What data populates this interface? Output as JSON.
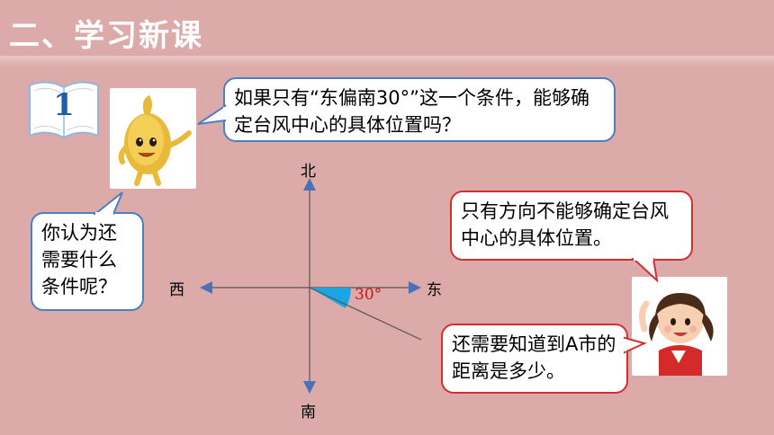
{
  "header": {
    "title": "二、学习新课"
  },
  "lesson": {
    "number": "1"
  },
  "bubbles": {
    "potato": "如果只有“东偏南30°”这一个条件，能够确定台风中心的具体位置吗？",
    "left": "你认为还需要什么条件呢？",
    "girl_top": "只有方向不能够确定台风中心的具体位置。",
    "girl_bottom": "还需要知道到A市的距离是多少。"
  },
  "compass": {
    "north": "北",
    "south": "南",
    "east": "东",
    "west": "西",
    "angle": "30°"
  },
  "colors": {
    "background": "#dcaaa9",
    "blue_border": "#4a7fc1",
    "red_border": "#d23030",
    "arrow": "#4a72b8",
    "angle_fill": "#1aa6e4"
  }
}
